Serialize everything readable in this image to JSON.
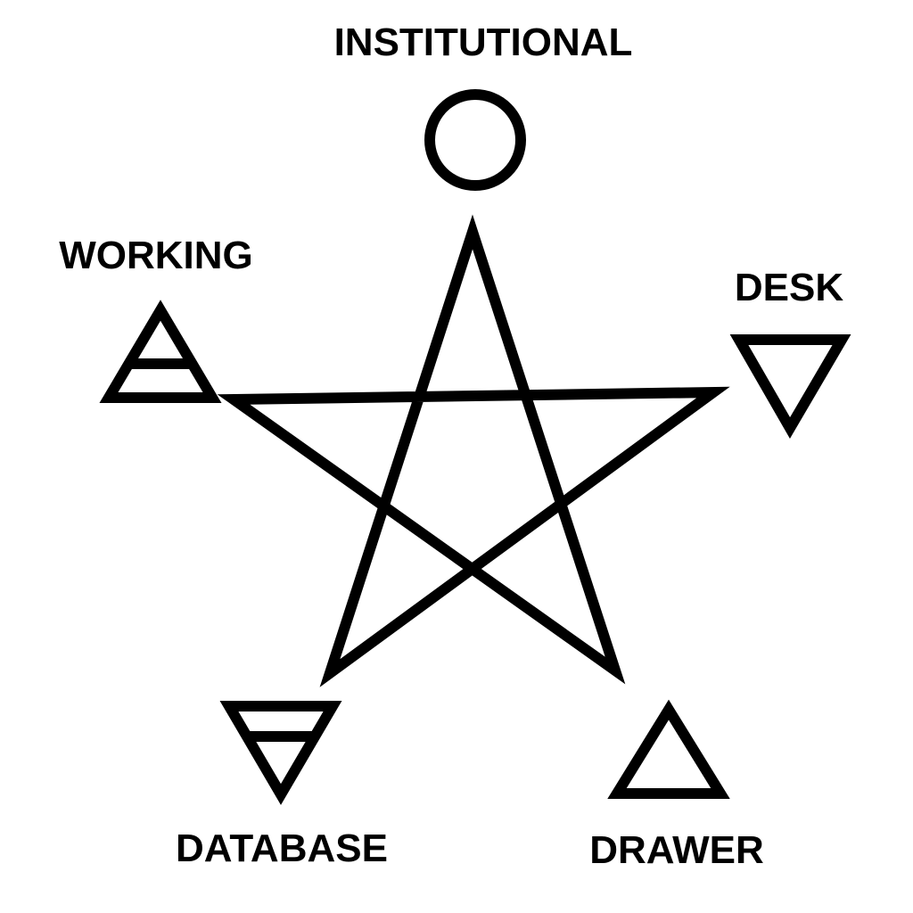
{
  "diagram": {
    "colors": {
      "ink": "#000000",
      "background": "#ffffff"
    },
    "center_shape": "pentagram",
    "nodes": [
      {
        "id": "institutional",
        "label": "INSTITUTIONAL",
        "symbol": "circle-icon"
      },
      {
        "id": "desk",
        "label": "DESK",
        "symbol": "down-triangle-icon"
      },
      {
        "id": "drawer",
        "label": "DRAWER",
        "symbol": "up-triangle-icon"
      },
      {
        "id": "database",
        "label": "DATABASE",
        "symbol": "down-triangle-barred-icon"
      },
      {
        "id": "working",
        "label": "WORKING",
        "symbol": "up-triangle-barred-icon"
      }
    ]
  }
}
